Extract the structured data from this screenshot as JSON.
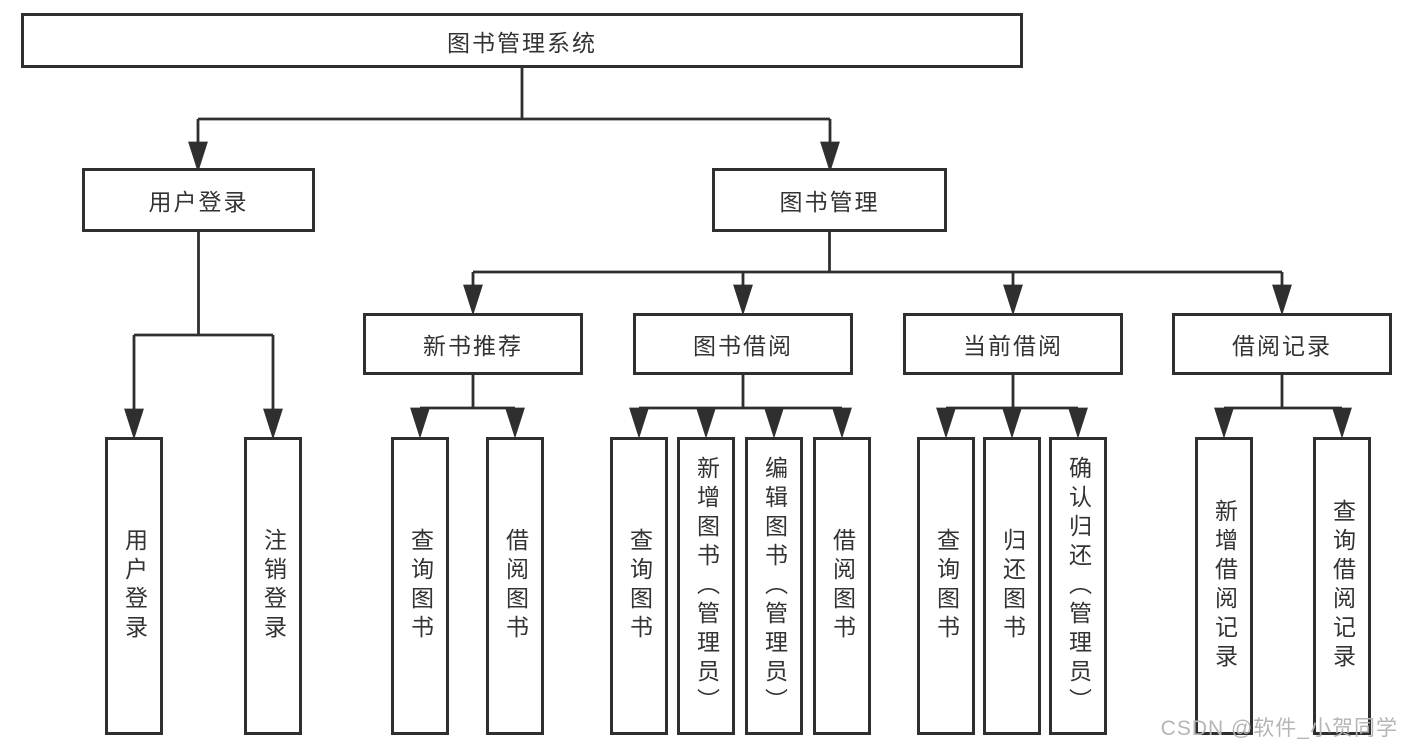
{
  "tree": {
    "root": "图书管理系统",
    "branches": [
      {
        "label": "用户登录",
        "leaves": [
          "用户登录",
          "注销登录"
        ]
      },
      {
        "label": "图书管理",
        "groups": [
          {
            "label": "新书推荐",
            "leaves": [
              "查询图书",
              "借阅图书"
            ]
          },
          {
            "label": "图书借阅",
            "leaves": [
              "查询图书",
              "新增图书（管理员）",
              "编辑图书（管理员）",
              "借阅图书"
            ]
          },
          {
            "label": "当前借阅",
            "leaves": [
              "查询图书",
              "归还图书",
              "确认归还（管理员）"
            ]
          },
          {
            "label": "借阅记录",
            "leaves": [
              "新增借阅记录",
              "查询借阅记录"
            ]
          }
        ]
      }
    ]
  },
  "watermark": "CSDN @软件_小贺同学",
  "colors": {
    "line": "#2f2f2f",
    "text": "#333333",
    "watermark": "#b5b5b5",
    "background": "#ffffff"
  }
}
